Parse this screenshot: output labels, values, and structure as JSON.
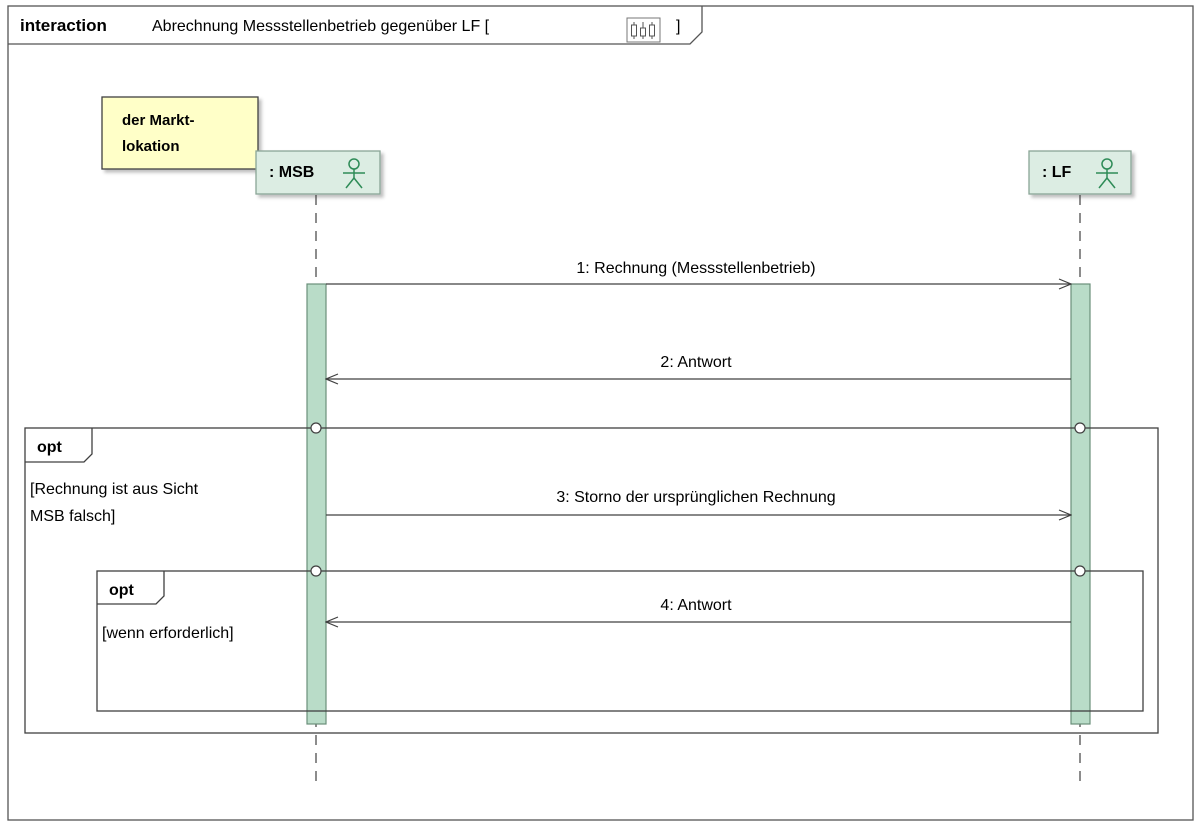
{
  "frame": {
    "keyword": "interaction",
    "title": "Abrechnung Messstellenbetrieb gegenüber LF [",
    "title_close": "]",
    "diagram_icon": "sequence-diagram-icon"
  },
  "note": {
    "line1": "der Markt-",
    "line2": "lokation"
  },
  "lifelines": [
    {
      "label": ": MSB",
      "icon": "actor-icon"
    },
    {
      "label": ": LF",
      "icon": "actor-icon"
    }
  ],
  "messages": [
    {
      "label": "1: Rechnung (Messstellenbetrieb)",
      "direction": "MSB→LF"
    },
    {
      "label": "2: Antwort",
      "direction": "LF→MSB"
    },
    {
      "label": "3: Storno der ursprünglichen Rechnung",
      "direction": "MSB→LF"
    },
    {
      "label": "4: Antwort",
      "direction": "LF→MSB"
    }
  ],
  "fragments": [
    {
      "operator": "opt",
      "guard_line1": "[Rechnung ist aus Sicht",
      "guard_line2": "MSB falsch]"
    },
    {
      "operator": "opt",
      "guard_line1": "[wenn erforderlich]"
    }
  ],
  "colors": {
    "frame_border": "#555555",
    "lifeline_head_fill": "#dcede3",
    "activation_fill": "#b9dcc8",
    "activation_border": "#6a8f7a",
    "note_fill": "#ffffc8",
    "line": "#404040"
  }
}
